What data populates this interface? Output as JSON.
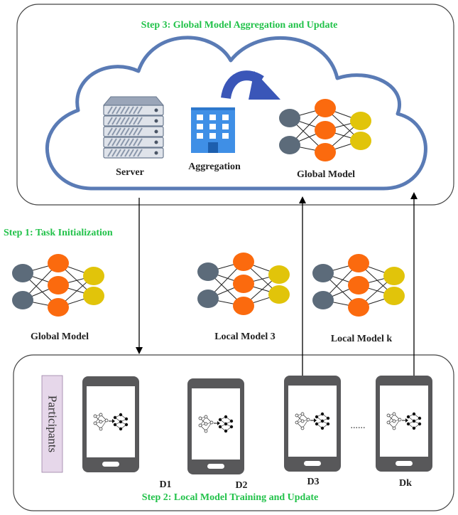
{
  "colors": {
    "step_green": "#22c24a",
    "cloud_blue": "#5a7bb5",
    "arrow_blue": "#3a56b8",
    "node_input": "#5c6b7a",
    "node_hidden": "#fb6a0e",
    "node_output": "#e1c40a",
    "phone_body": "#58585a",
    "participants_bg": "#e6d7ea",
    "building": "#3f8fe6"
  },
  "steps": {
    "step3": "Step 3: Global Model Aggregation and Update",
    "step1": "Step 1: Task Initialization",
    "step2": "Step 2: Local Model Training and Update"
  },
  "cloud": {
    "server_label": "Server",
    "aggregation_label": "Aggregation",
    "global_model_label": "Global Model"
  },
  "models": {
    "global_model_label": "Global Model",
    "local_model_3_label": "Local Model 3",
    "local_model_k_label": "Local Model k"
  },
  "participants": {
    "label": "Participants",
    "devices": [
      "D1",
      "D2",
      "D3",
      "Dk"
    ],
    "ellipsis": "......"
  }
}
